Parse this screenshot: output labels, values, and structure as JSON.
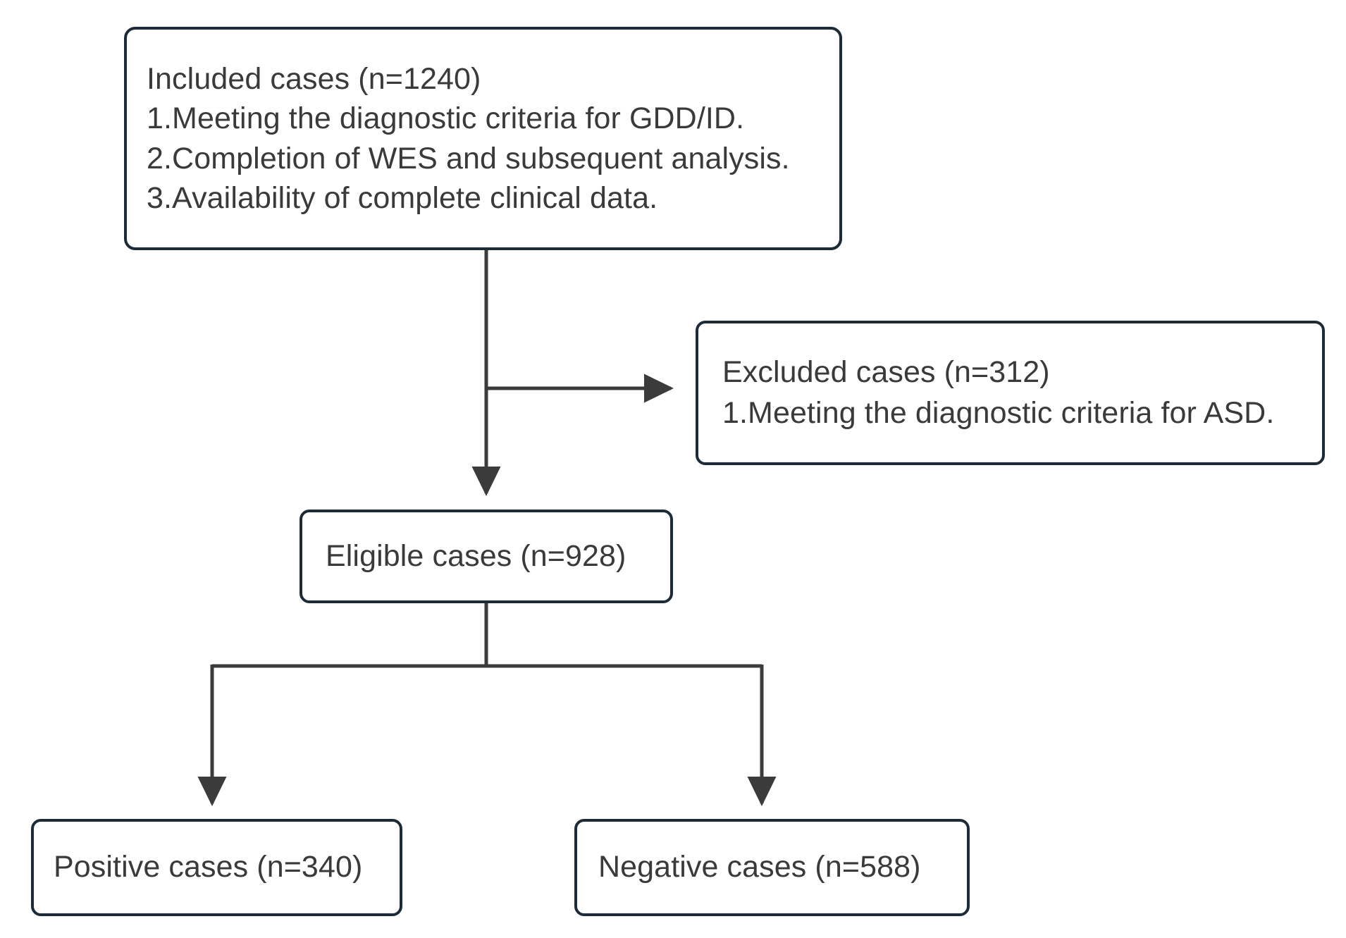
{
  "diagram": {
    "type": "flowchart",
    "title": "Study case selection flowchart",
    "colors": {
      "border": "#1d2b38",
      "connector": "#3b3b3b",
      "text": "#3a3a3a",
      "background": "#ffffff"
    },
    "nodes": {
      "included": {
        "id": "included-cases",
        "lines": [
          "Included cases (n=1240)",
          "1.Meeting the diagnostic criteria for GDD/ID.",
          "2.Completion of WES and subsequent analysis.",
          "3.Availability of complete clinical data."
        ],
        "count": "1240"
      },
      "excluded": {
        "id": "excluded-cases",
        "lines": [
          "Excluded cases (n=312)",
          "1.Meeting the diagnostic criteria for ASD."
        ],
        "count": "312"
      },
      "eligible": {
        "id": "eligible-cases",
        "lines": [
          "Eligible cases (n=928)"
        ],
        "count": "928"
      },
      "positive": {
        "id": "positive-cases",
        "lines": [
          "Positive cases (n=340)"
        ],
        "count": "340"
      },
      "negative": {
        "id": "negative-cases",
        "lines": [
          "Negative cases (n=588)"
        ],
        "count": "588"
      }
    },
    "connectors": [
      {
        "from": "included",
        "to": "excluded",
        "kind": "branch-right-arrow"
      },
      {
        "from": "included",
        "to": "eligible",
        "kind": "down-arrow"
      },
      {
        "from": "eligible",
        "to": "positive",
        "kind": "split-down-arrow"
      },
      {
        "from": "eligible",
        "to": "negative",
        "kind": "split-down-arrow"
      }
    ]
  }
}
